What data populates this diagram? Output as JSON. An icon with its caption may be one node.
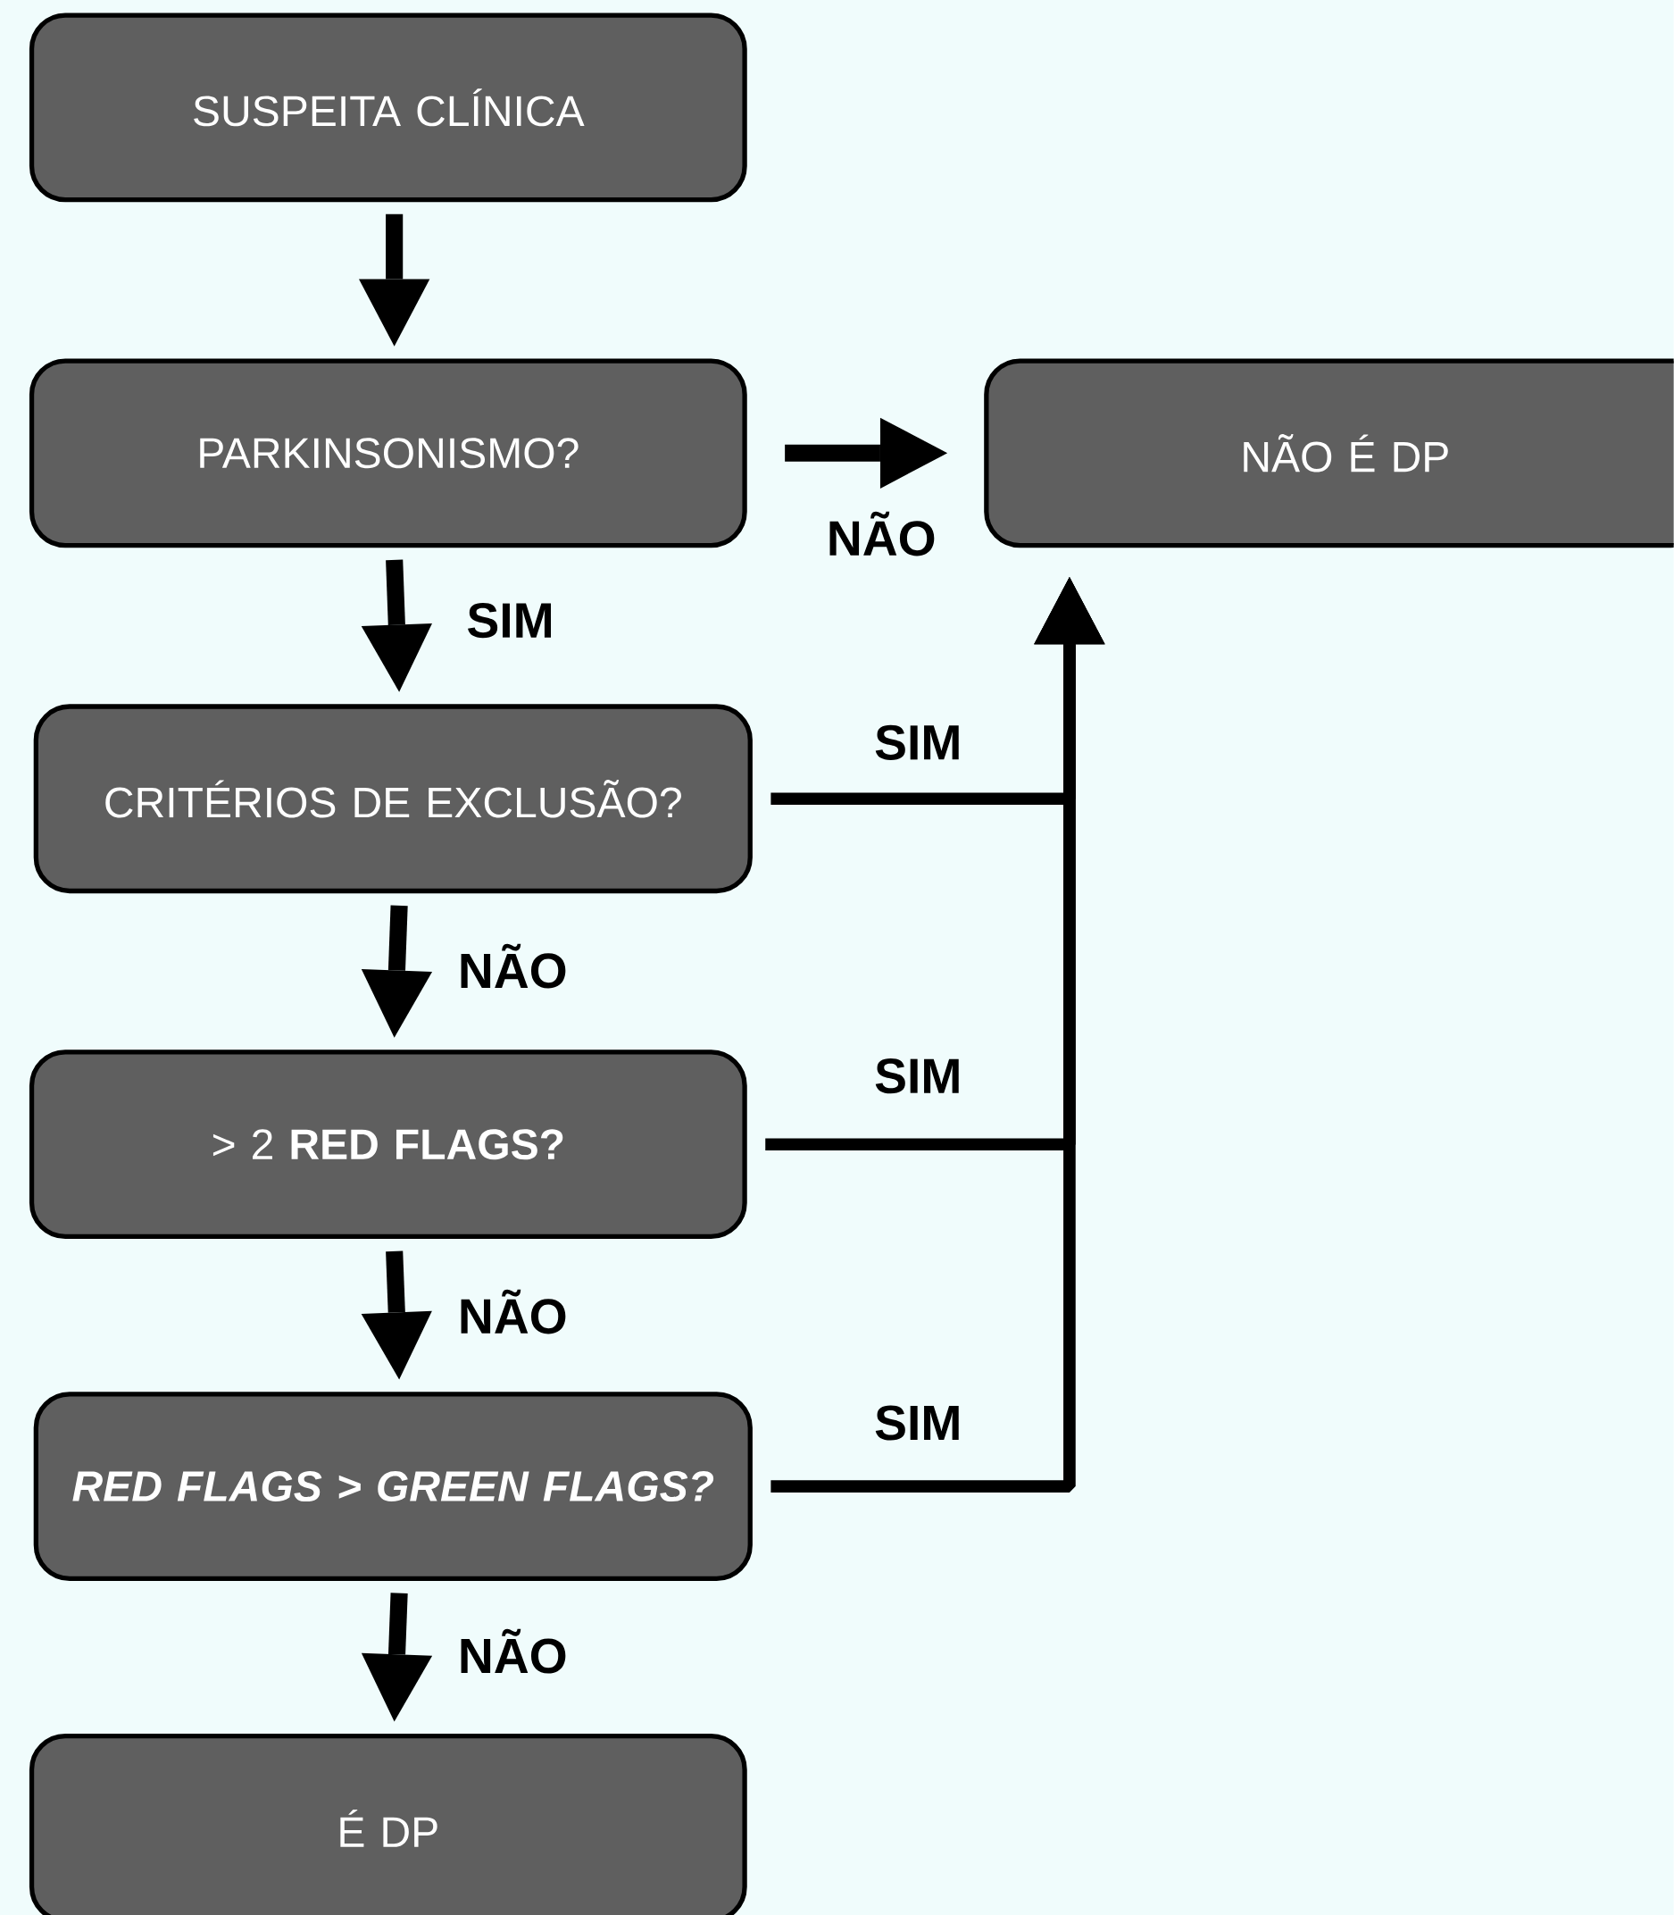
{
  "diagram": {
    "nodes": [
      {
        "text": [
          "SUSPEITA CLÍNICA"
        ]
      },
      {
        "text": [
          "PARKINSONISMO?"
        ]
      },
      {
        "text": [
          "NÃO É DP"
        ]
      },
      {
        "text": [
          "CRITÉRIOS DE EXCLUSÃO?"
        ]
      },
      {
        "text": [
          "> 2 **RED FLAGS?**"
        ]
      },
      {
        "text": [
          "RED FLAGS > GREEN FLAGS?"
        ]
      },
      {
        "text": [
          "É DP"
        ]
      }
    ],
    "edges": [
      {
        "from": 0,
        "to": 1,
        "arrow": "to"
      },
      {
        "from": 1,
        "to": 3,
        "arrow": "to",
        "label": "SIM"
      },
      {
        "from": 1,
        "to": 2,
        "arrow": "to",
        "label": "NÃO"
      },
      {
        "from": 3,
        "to": 4,
        "arrow": "to",
        "label": "NÃO"
      },
      {
        "from": 4,
        "to": 5,
        "arrow": "to",
        "label": "NÃO"
      },
      {
        "from": 5,
        "to": 6,
        "arrow": "to",
        "label": "NÃO"
      },
      {
        "from": 3,
        "to": 2,
        "arrow": "to",
        "label": "SIM"
      },
      {
        "from": 4,
        "to": 2,
        "arrow": "to",
        "label": "SIM"
      },
      {
        "from": 5,
        "to": 2,
        "arrow": "to",
        "label": "SIM"
      }
    ]
  }
}
